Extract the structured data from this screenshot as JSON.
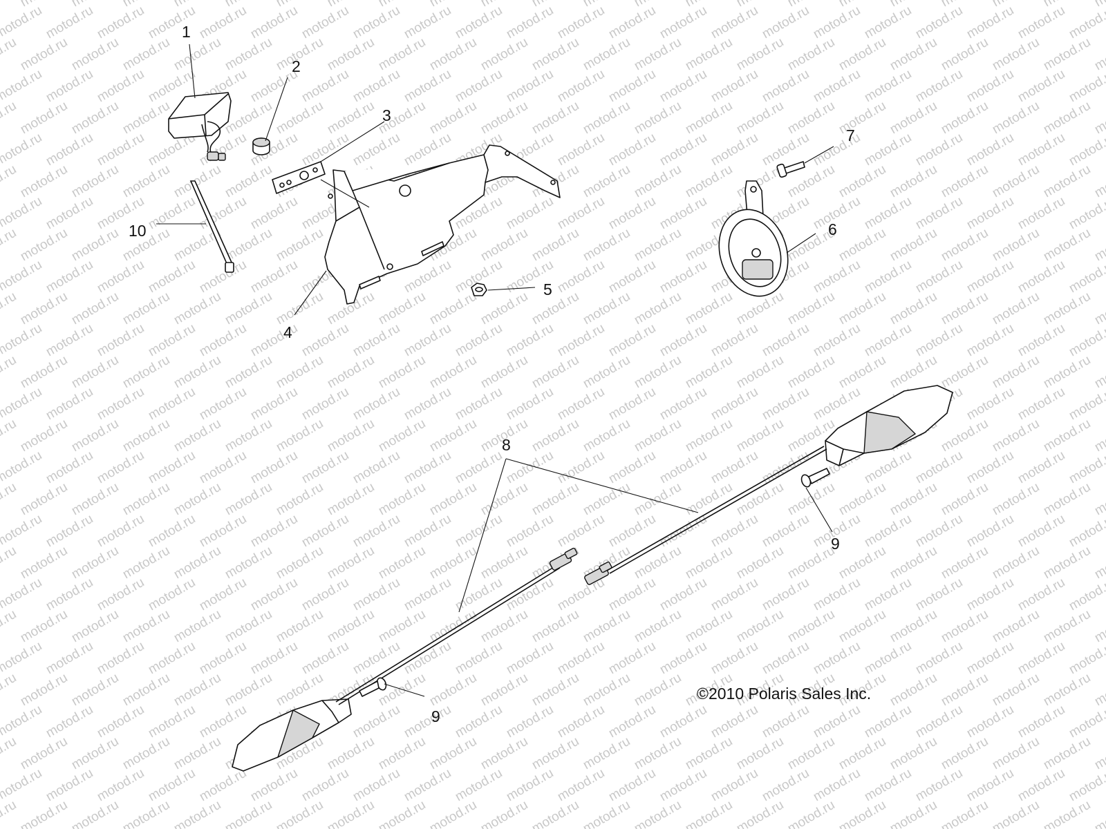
{
  "watermark_text": "motod.ru",
  "copyright": "©2010 Polaris Sales Inc.",
  "callouts": [
    {
      "id": "1",
      "label": "1"
    },
    {
      "id": "2",
      "label": "2"
    },
    {
      "id": "3",
      "label": "3"
    },
    {
      "id": "4",
      "label": "4"
    },
    {
      "id": "5",
      "label": "5"
    },
    {
      "id": "6",
      "label": "6"
    },
    {
      "id": "7",
      "label": "7"
    },
    {
      "id": "8",
      "label": "8"
    },
    {
      "id": "9a",
      "label": "9"
    },
    {
      "id": "9b",
      "label": "9"
    },
    {
      "id": "10",
      "label": "10"
    }
  ],
  "colors": {
    "line": "#111111",
    "watermark": "#c8c8c8",
    "background": "#ffffff"
  }
}
